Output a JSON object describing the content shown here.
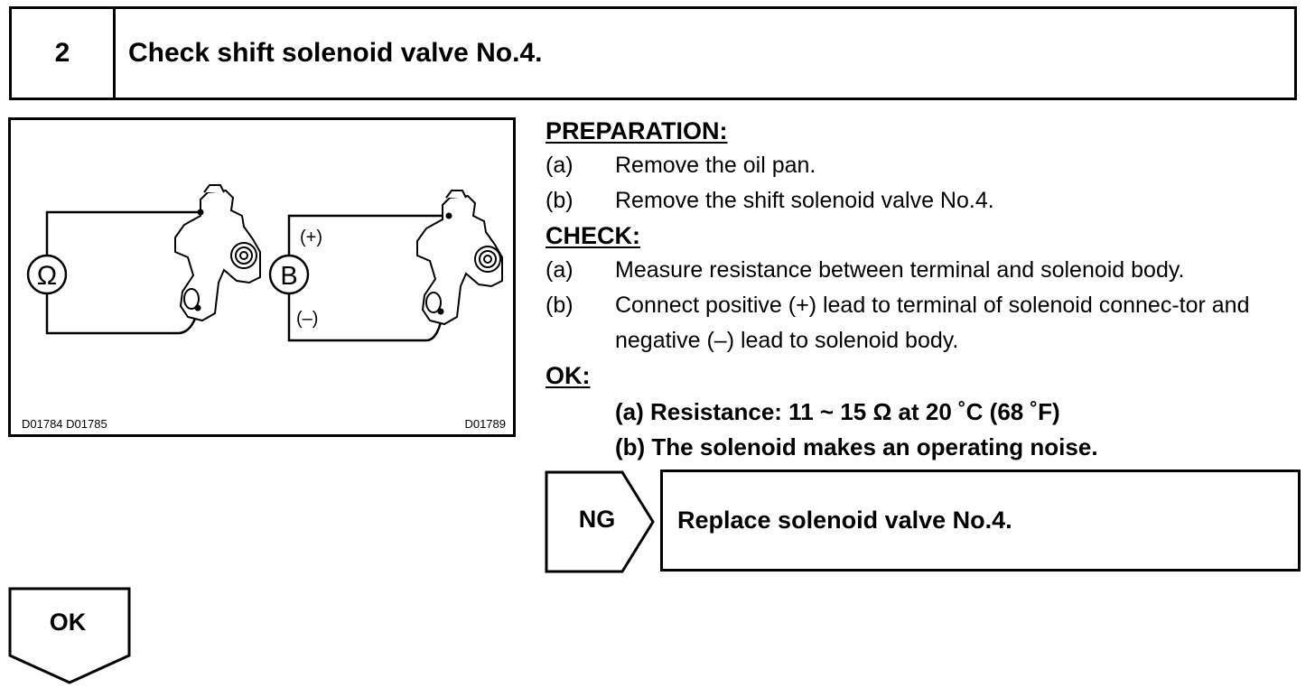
{
  "step": {
    "number": "2",
    "title": "Check shift solenoid valve No.4."
  },
  "figure": {
    "code_left": "D01784  D01785",
    "code_right": "D01789",
    "meter_symbol": "Ω",
    "battery_symbol": "B",
    "plus_label": "(+)",
    "minus_label": "(–)"
  },
  "preparation": {
    "heading": "PREPARATION:",
    "items": [
      {
        "label": "(a)",
        "text": "Remove the oil pan."
      },
      {
        "label": "(b)",
        "text": "Remove the shift solenoid valve No.4."
      }
    ]
  },
  "check": {
    "heading": "CHECK:",
    "items": [
      {
        "label": "(a)",
        "text": "Measure resistance between terminal and solenoid body."
      },
      {
        "label": "(b)",
        "text": "Connect positive (+) lead to terminal of solenoid connec-tor and negative (–) lead to solenoid body."
      }
    ]
  },
  "ok_spec": {
    "heading": "OK:",
    "lines": [
      "(a) Resistance: 11 ~ 15 Ω at 20 ˚C (68 ˚F)",
      "(b) The solenoid makes an operating noise."
    ]
  },
  "ng_flow": {
    "tag": "NG",
    "action": "Replace solenoid valve No.4."
  },
  "ok_flow": {
    "tag": "OK"
  }
}
